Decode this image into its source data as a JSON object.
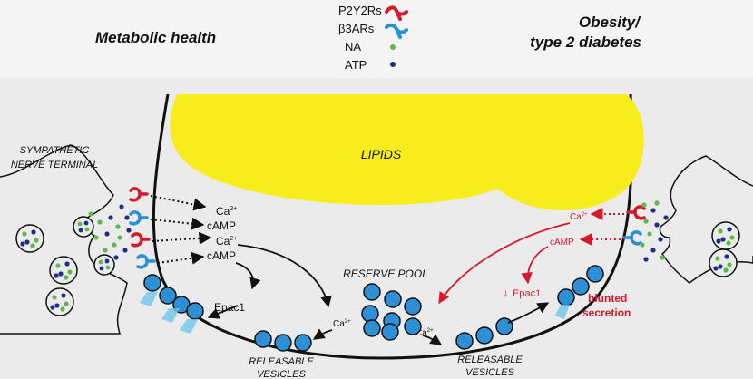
{
  "header": {
    "left_title": "Metabolic health",
    "right_title_line1": "Obesity/",
    "right_title_line2": "type 2 diabetes"
  },
  "legend": {
    "items": [
      {
        "label": "P2Y2Rs",
        "icon": "red-receptor-icon",
        "color": "#d7192d"
      },
      {
        "label": "β3ARs",
        "icon": "blue-receptor-icon",
        "color": "#2a90d0"
      },
      {
        "label": "NA",
        "icon": "green-dot-icon",
        "color": "#5cbb49"
      },
      {
        "label": "ATP",
        "icon": "navy-dot-icon",
        "color": "#1f2f88"
      }
    ]
  },
  "labels": {
    "lipids": "LIPIDS",
    "sympathetic_line1": "SYMPATHETIC",
    "sympathetic_line2": "NERVE TERMINAL",
    "reserve_pool": "RESERVE POOL",
    "releasable_left_line1": "RELEASABLE",
    "releasable_left_line2": "VESICLES",
    "releasable_right_line1": "RELEASABLE",
    "releasable_right_line2": "VESICLES",
    "blunted_line1": "blunted",
    "blunted_line2": "secretion"
  },
  "left_signals": {
    "ca_top_base": "Ca",
    "ca_top_sup": "2+",
    "camp_top": "cAMP",
    "ca_bottom_base": "Ca",
    "ca_bottom_sup": "2+",
    "camp_bottom": "cAMP",
    "epac": "Epac1",
    "ca_pool_base": "Ca",
    "ca_pool_sup": "2+"
  },
  "right_signals": {
    "ca_base": "Ca",
    "ca_sup": "2+",
    "camp": "cAMP",
    "epac_arrow": "↓",
    "epac": "Epac1",
    "ca_pool_base": "Ca",
    "ca_pool_sup": "2+"
  },
  "colors": {
    "background": "#ebebeb",
    "lipid": "#f7ec1c",
    "vesicle": "#2f8fd5",
    "red": "#d7192d",
    "green": "#5cbb49",
    "navy": "#1f2f88",
    "release_blue": "#6fc7ea"
  }
}
